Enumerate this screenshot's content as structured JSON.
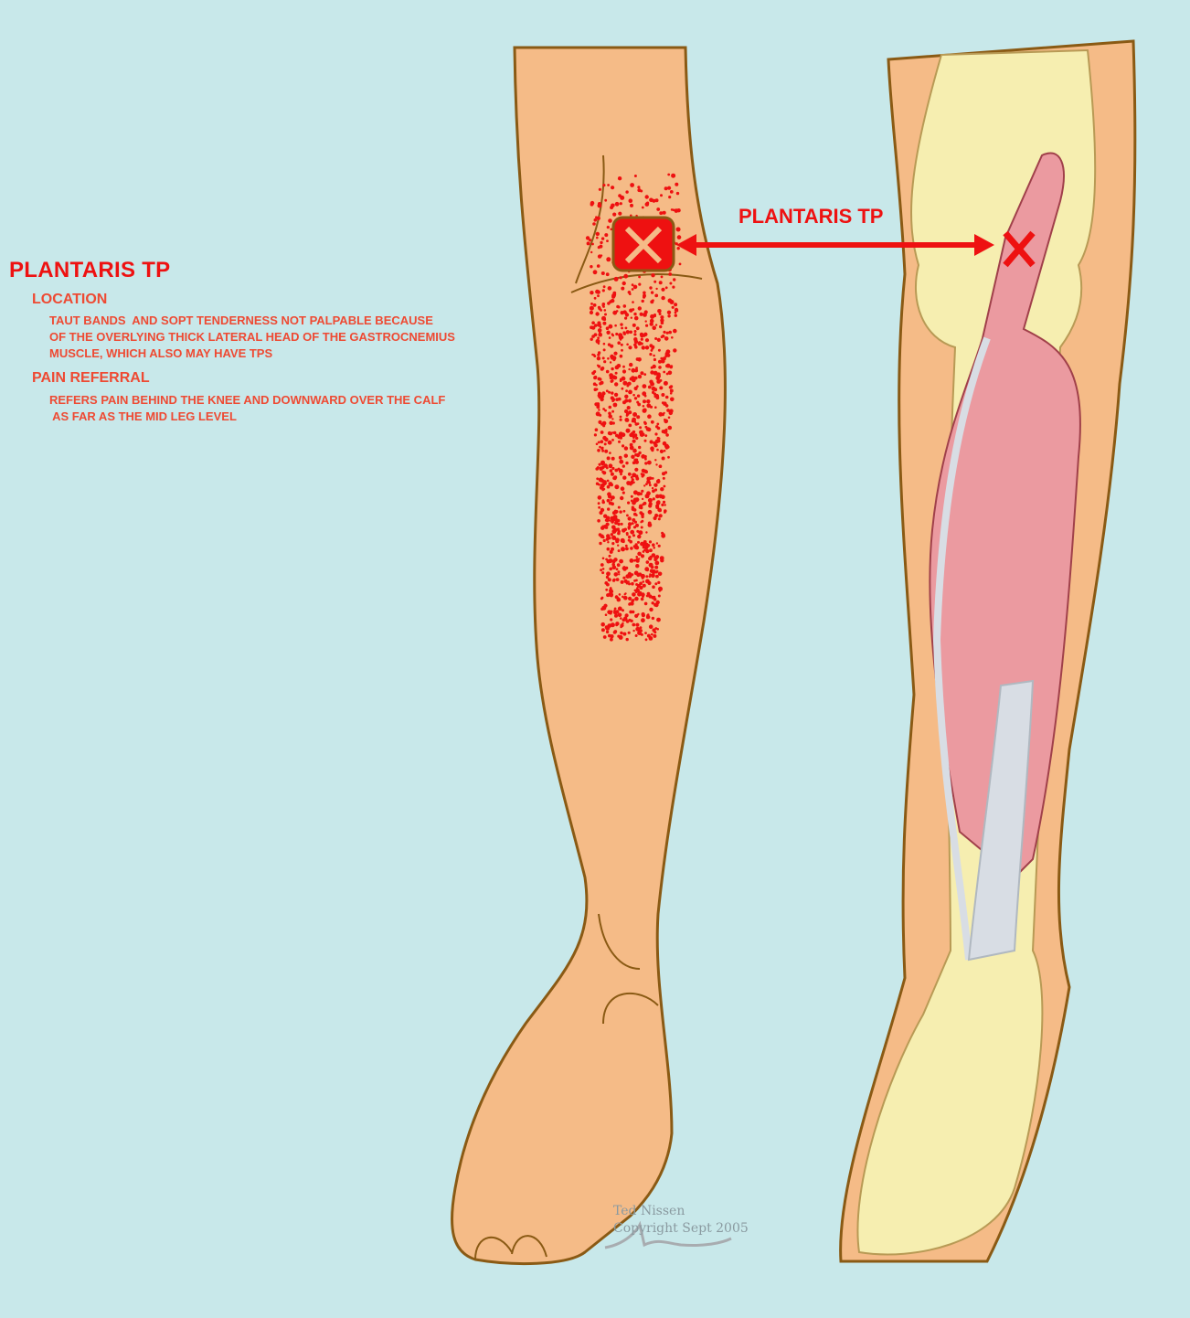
{
  "title": "PLANTARIS TP",
  "location": {
    "heading": "LOCATION",
    "lines": [
      "TAUT BANDS  AND SOPT TENDERNESS NOT PALPABLE BECAUSE",
      "OF THE OVERLYING THICK LATERAL HEAD OF THE GASTROCNEMIUS",
      "MUSCLE, WHICH ALSO MAY HAVE TPS"
    ]
  },
  "pain_referral": {
    "heading": "PAIN REFERRAL",
    "lines": [
      "REFERS PAIN BEHIND THE KNEE AND DOWNWARD OVER THE CALF",
      " AS FAR AS THE MID LEG LEVEL"
    ]
  },
  "diagram_label": "PLANTARIS TP",
  "credit": {
    "author": "Ted Nissen",
    "copyright": "Copyright Sept 2005",
    "signature": "9/05"
  },
  "colors": {
    "background": "#c8e8ea",
    "skin": "#f5bb87",
    "outline": "#8a5a14",
    "bone": "#f6eeb0",
    "muscle": "#eb9aa0",
    "tendon": "#d8dde4",
    "referral": "#ee1111"
  }
}
